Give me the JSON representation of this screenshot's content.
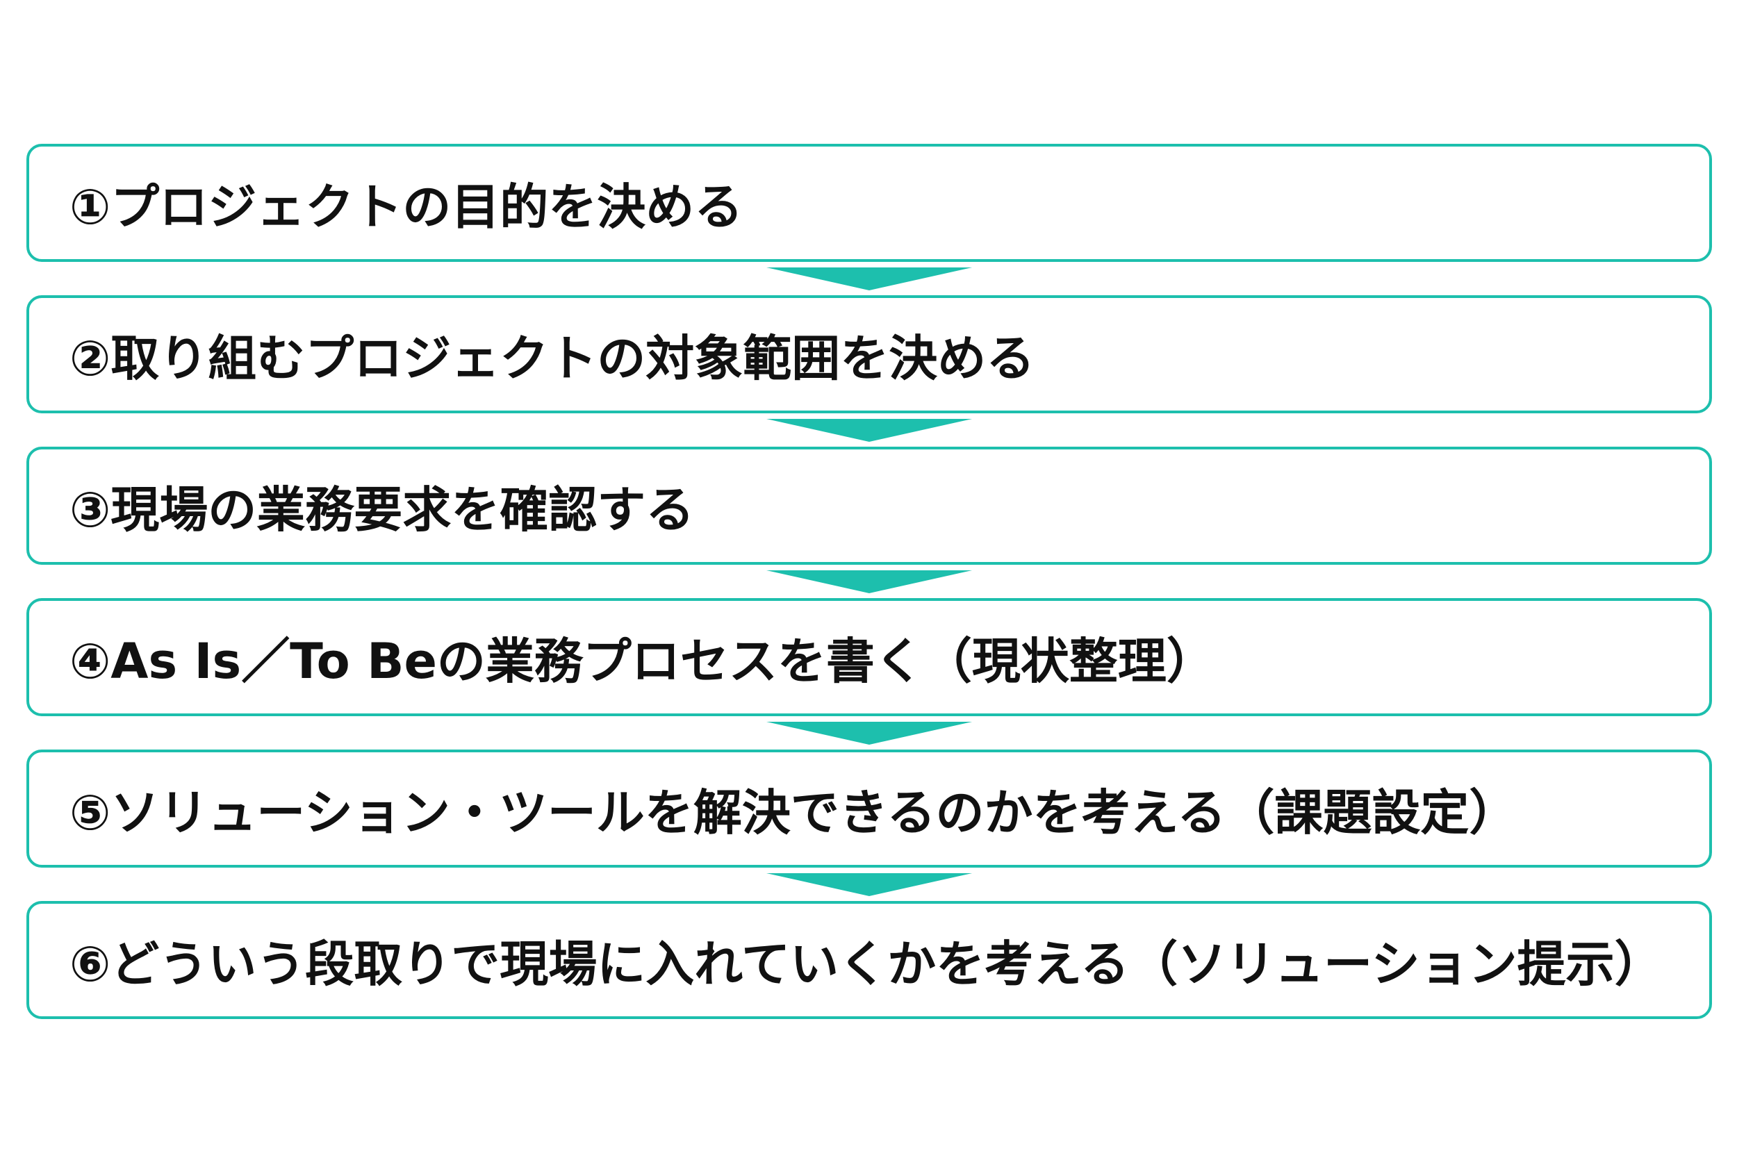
{
  "accent_color": "#1dbfad",
  "steps": [
    {
      "label": "①プロジェクトの目的を決める"
    },
    {
      "label": "②取り組むプロジェクトの対象範囲を決める"
    },
    {
      "label": "③現場の業務要求を確認する"
    },
    {
      "label": "④As Is／To Beの業務プロセスを書く（現状整理）"
    },
    {
      "label": "⑤ソリューション・ツールを解決できるのかを考える（課題設定）"
    },
    {
      "label": "⑥どういう段取りで現場に入れていくかを考える（ソリューション提示）"
    }
  ],
  "connector_icon": "down-arrow-icon"
}
